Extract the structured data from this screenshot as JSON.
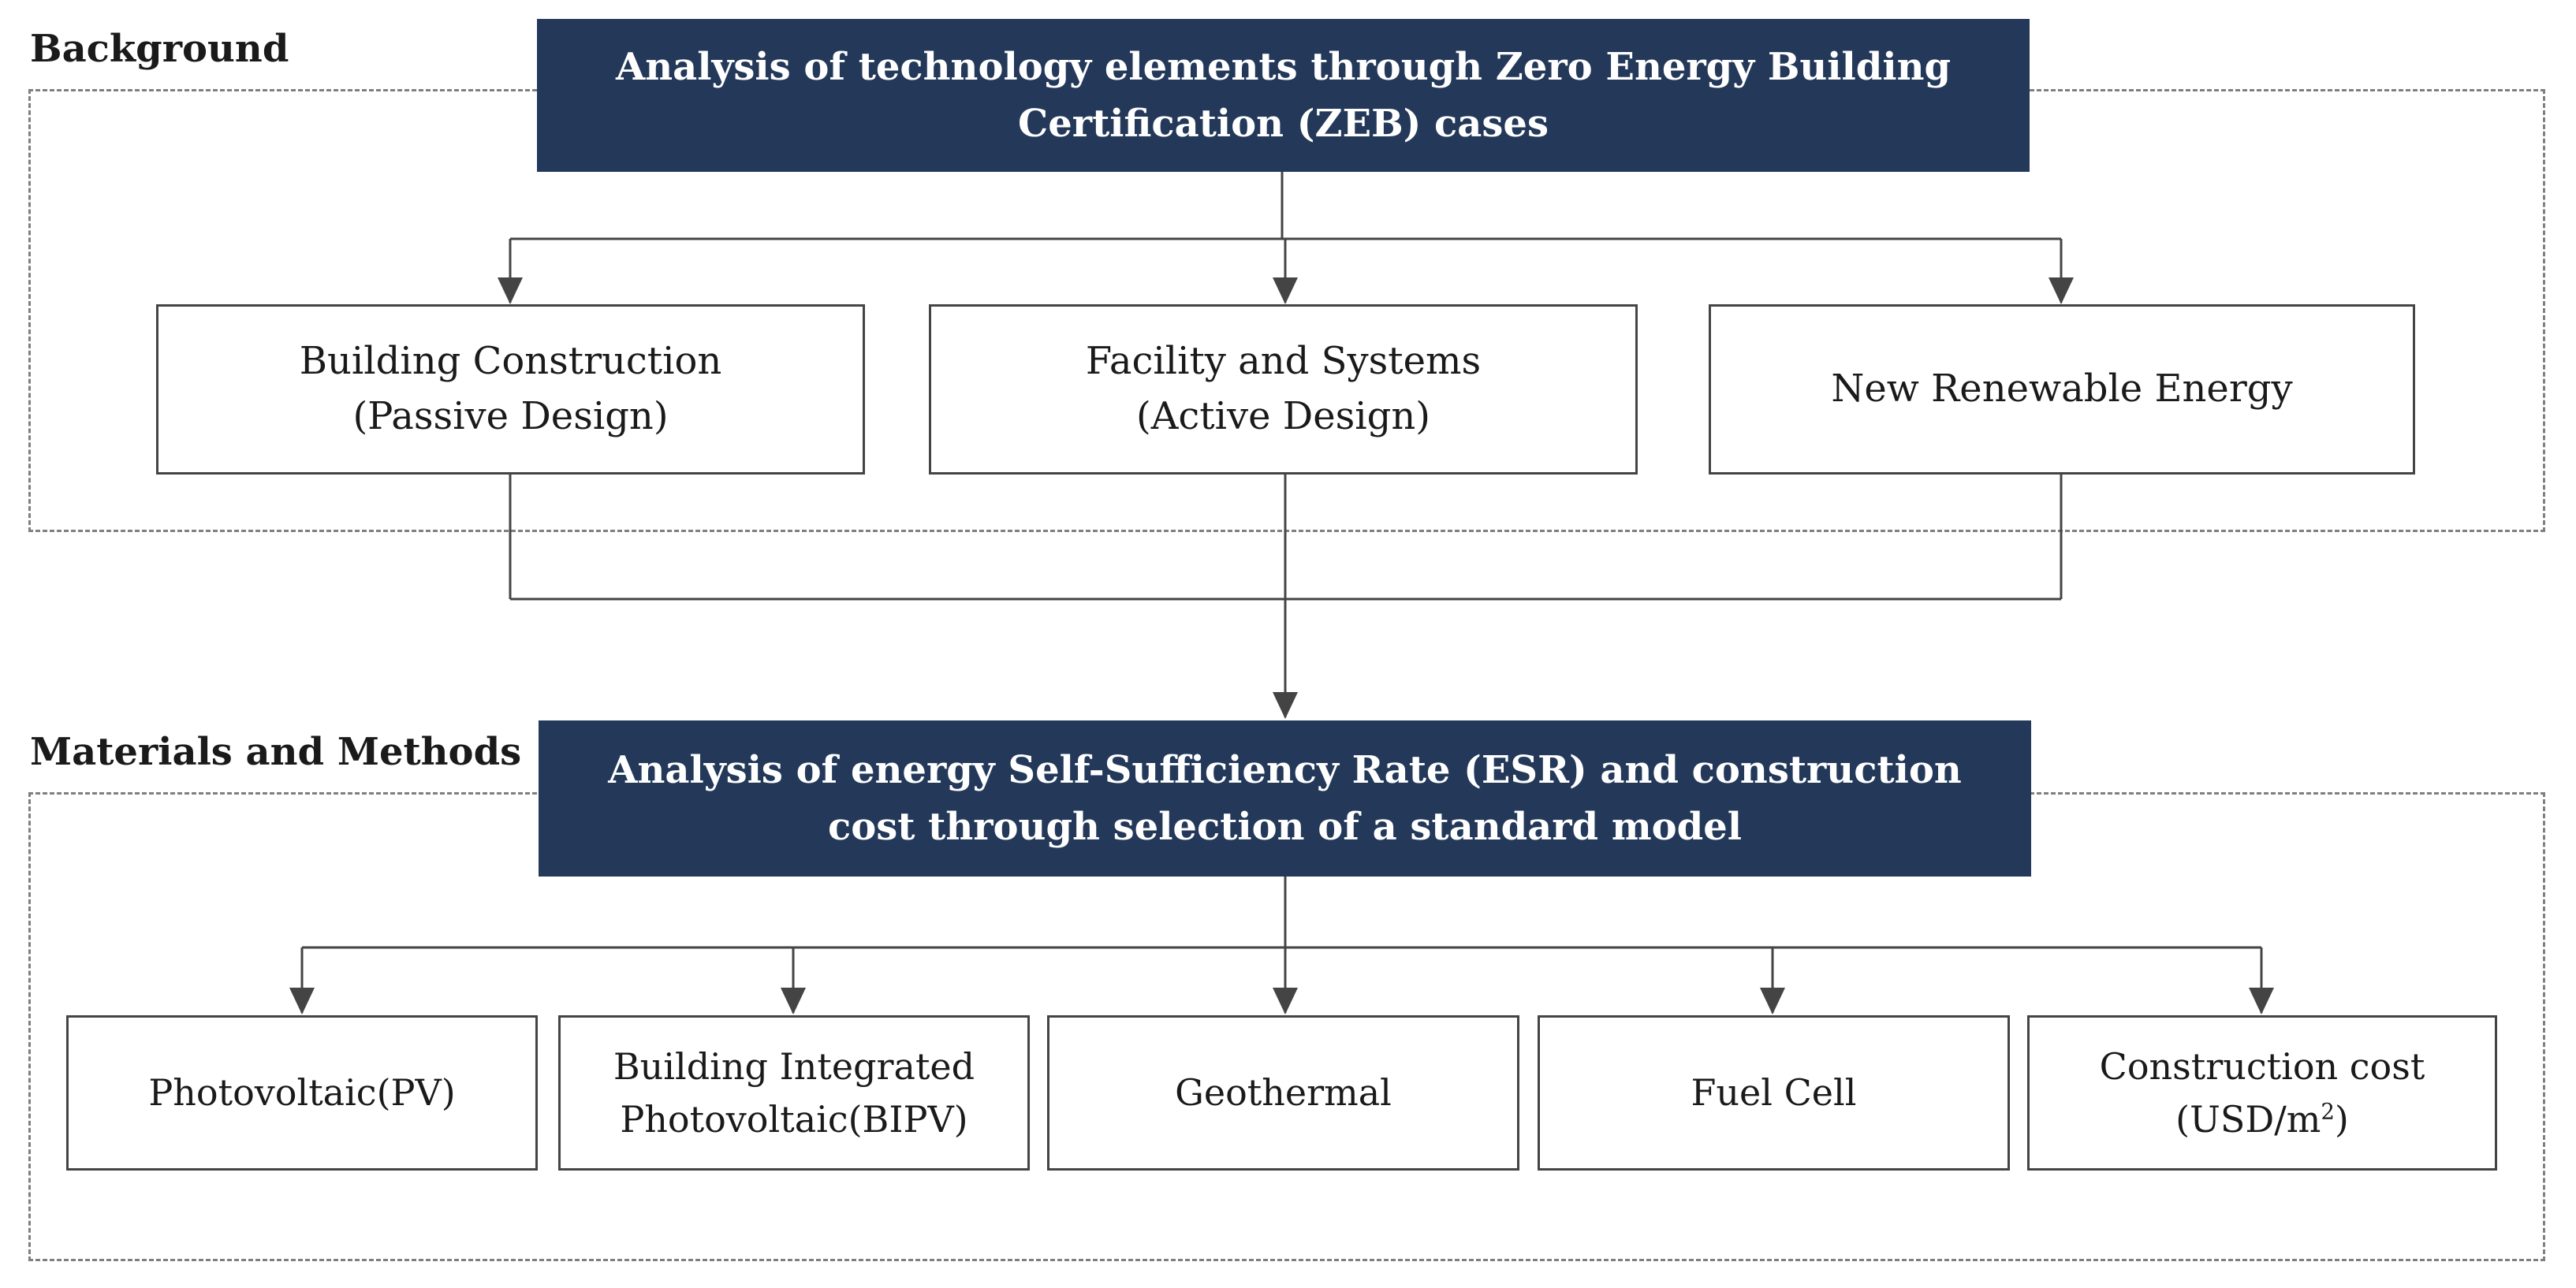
{
  "background": {
    "label": "Background",
    "header": {
      "line1": "Analysis of technology elements through Zero Energy Building",
      "line2": "Certification (ZEB) cases"
    },
    "items": [
      {
        "line1": "Building Construction",
        "line2": "(Passive Design)"
      },
      {
        "line1": "Facility and Systems",
        "line2": "(Active Design)"
      },
      {
        "line1": "New Renewable Energy"
      }
    ]
  },
  "methods": {
    "label": "Materials and Methods",
    "header": {
      "line1": "Analysis of energy Self-Sufficiency Rate (ESR) and construction",
      "line2": "cost through selection of a standard model"
    },
    "items": [
      {
        "line1": "Photovoltaic(PV)"
      },
      {
        "line1": "Building Integrated",
        "line2": "Photovoltaic(BIPV)"
      },
      {
        "line1": "Geothermal"
      },
      {
        "line1": "Fuel Cell"
      },
      {
        "line1": "Construction cost",
        "line2_prefix": "(USD/m",
        "line2_sup": "2",
        "line2_suffix": ")"
      }
    ]
  },
  "colors": {
    "header_fill": "#24395a",
    "border": "#444444",
    "dashed": "#7f7f7f"
  }
}
